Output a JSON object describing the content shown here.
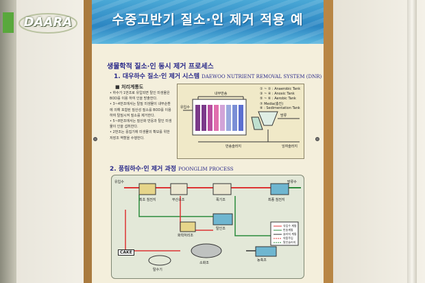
{
  "watermark": {
    "text": "DAARA"
  },
  "banner": {
    "title": "수중고반기 질소·인 제거 적용 예"
  },
  "section_main": {
    "title": "생물학적 질소·인 동시 제거 프로세스"
  },
  "section1": {
    "title": "1. 대우하수 질소·인 제거 시스템",
    "title_en": "DAEWOO NUTRIENT REMOVAL SYSTEM (DNR)",
    "subheading": "■ 처리계통도",
    "bullets": [
      "• 하수가 1번조로 유입되면 탈인 미생물은 BOD를 이용 하여 인을 방출한다.",
      "• 3~4번조에서는 탈질 미생물이 내부순환에 의해 포함된 질산성 질소를 BOD를 이용하여 탈질시켜 질소를 제거한다.",
      "• 5~8번조에서는 질산화 반응과 탈인 미생물이 인을 섭취한다.",
      "• 2번조는 응집기에 미생물의 확보를 위한 저장조 역할을 수행한다."
    ],
    "diagram": {
      "legend": [
        "① ~ ② : Anaerobic Tank",
        "③ ~ ④ : Anoxic Tank",
        "⑤ ~ ⑥ : Aerobic Tank",
        "⑦ Media(충진)",
        "⑧ : Sedimentation Tank"
      ],
      "labels": {
        "influent": "유입수",
        "effluent": "방류",
        "internal_return": "내부반송",
        "sludge_return": "반송슬러지",
        "waste_sludge": "잉여슬러지"
      }
    }
  },
  "section2": {
    "title": "2. 풍림하수·인 제거 과정",
    "title_en": "POONGLIM PROCESS",
    "diagram": {
      "labels": {
        "influent": "유입수",
        "effluent": "방류수",
        "primary": "최초 침전지",
        "anaerobic": "무산소조",
        "aerobic": "폭기조",
        "final": "최종 침전지",
        "stripping": "탈인조",
        "chemical": "화학처리조",
        "cake": "CAKE",
        "dewater": "탈수기",
        "digester": "소화조",
        "thickener": "농축조"
      },
      "legend": [
        "유입수 계통",
        "반송계통",
        "슬러지 계통",
        "약품주입",
        "탈인슬러지",
        "상등수 계통"
      ]
    }
  }
}
